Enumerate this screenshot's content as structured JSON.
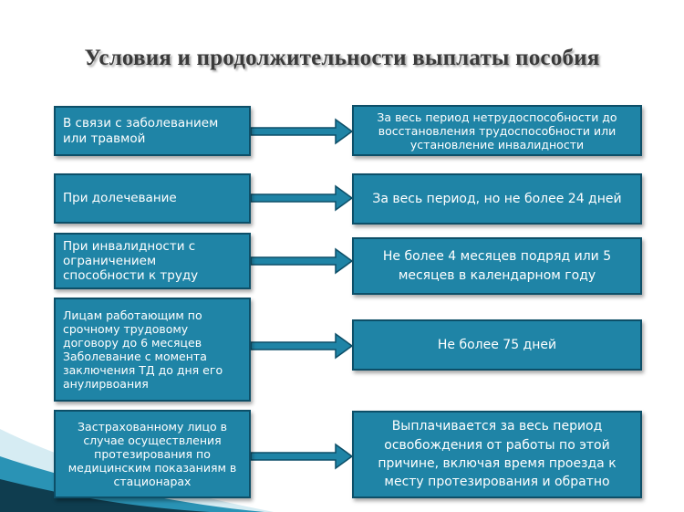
{
  "title": "Условия и продолжительности выплаты пособия",
  "colors": {
    "box_fill": "#1f84a6",
    "box_border": "#0d4f68",
    "arrow": "#1f84a6"
  },
  "rows": [
    {
      "condition": "В связи с заболеванием или травмой",
      "duration": "За весь период нетрудоспособности до восстановления трудоспособности или установление инвалидности"
    },
    {
      "condition": "При долечевание",
      "duration": "За весь период, но не более 24 дней"
    },
    {
      "condition": "При инвалидности с ограничением способности к труду",
      "duration": "Не более 4 месяцев подряд или 5 месяцев в календарном году"
    },
    {
      "condition": "Лицам работающим по срочному трудовому договору до 6 месяцев Заболевание с момента заключения ТД до дня его анулирвоания",
      "duration": "Не более 75 дней"
    },
    {
      "condition": "Застрахованному лицо в случае осуществления протезирования по медицинским показаниям в стационарах",
      "duration": "Выплачивается за весь период освобождения от работы по этой причине, включая время проезда к месту протезирования и обратно"
    }
  ]
}
